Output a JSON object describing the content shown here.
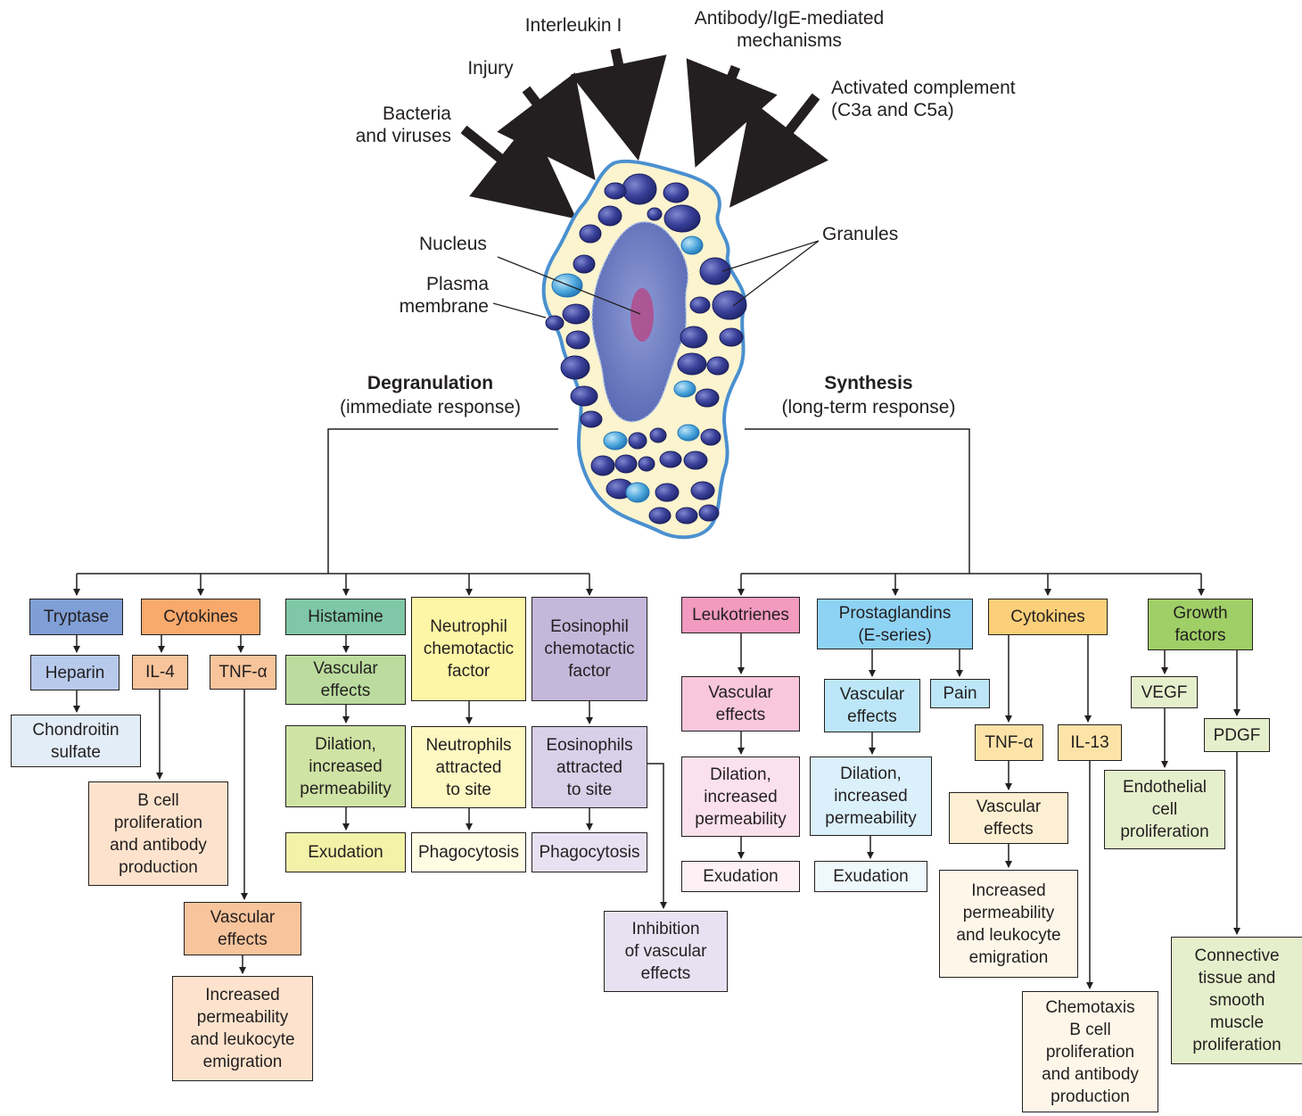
{
  "stimuli": {
    "bacteria": "Bacteria\nand viruses",
    "injury": "Injury",
    "interleukin": "Interleukin I",
    "antibody": "Antibody/IgE-mediated\nmechanisms",
    "complement": "Activated complement\n(C3a and C5a)"
  },
  "cell_labels": {
    "nucleus": "Nucleus",
    "plasma_membrane": "Plasma\nmembrane",
    "granules": "Granules"
  },
  "branches": {
    "degranulation_title": "Degranulation",
    "degranulation_sub": "(immediate response)",
    "synthesis_title": "Synthesis",
    "synthesis_sub": "(long-term response)"
  },
  "boxes": {
    "tryptase": "Tryptase",
    "heparin": "Heparin",
    "chondroitin": "Chondroitin\nsulfate",
    "cytokines_l": "Cytokines",
    "il4": "IL-4",
    "tnf_l": "TNF-α",
    "b_cell": "B cell\nproliferation\nand antibody\nproduction",
    "vasc_tnf_l": "Vascular\neffects",
    "incr_perm_l": "Increased\npermeability\nand leukocyte\nemigration",
    "histamine": "Histamine",
    "vasc_hist": "Vascular\neffects",
    "dil_hist": "Dilation,\nincreased\npermeability",
    "exud_hist": "Exudation",
    "neutrophil_cf": "Neutrophil\nchemotactic\nfactor",
    "neutrophils_att": "Neutrophils\nattracted\nto site",
    "phago_n": "Phagocytosis",
    "eosinophil_cf": "Eosinophil\nchemotactic\nfactor",
    "eosinophils_att": "Eosinophils\nattracted\nto site",
    "phago_e": "Phagocytosis",
    "inhibition": "Inhibition\nof vascular\neffects",
    "leukotrienes": "Leukotrienes",
    "vasc_leuko": "Vascular\neffects",
    "dil_leuko": "Dilation,\nincreased\npermeability",
    "exud_leuko": "Exudation",
    "prostaglandins": "Prostaglandins\n(E-series)",
    "vasc_prost": "Vascular\neffects",
    "pain": "Pain",
    "dil_prost": "Dilation,\nincreased\npermeability",
    "exud_prost": "Exudation",
    "cytokines_r": "Cytokines",
    "tnf_r": "TNF-α",
    "il13": "IL-13",
    "vasc_tnf_r": "Vascular\neffects",
    "incr_perm_r": "Increased\npermeability\nand leukocyte\nemigration",
    "chemotaxis": "Chemotaxis\nB cell\nproliferation\nand antibody\nproduction",
    "growth_factors": "Growth\nfactors",
    "vegf": "VEGF",
    "pdgf": "PDGF",
    "endothelial": "Endothelial\ncell\nproliferation",
    "connective": "Connective\ntissue and\nsmooth\nmuscle\nproliferation"
  },
  "colors": {
    "tryptase": "#7f9fd6",
    "heparin": "#b7caec",
    "chondroitin": "#e2edf7",
    "cytokines_l": "#f8a96c",
    "cytokines_l_light": "#fde3cd",
    "histamine": "#7fc7a6",
    "hist_mid": "#bbdc9e",
    "hist_light": "#f3f2a9",
    "neutrophil": "#fdf6a6",
    "neutrophil_mid": "#fdf8c1",
    "neutrophil_light": "#fefce3",
    "eosinophil": "#c5b7da",
    "eosinophil_mid": "#d8cfe8",
    "eosinophil_light": "#e7e2f2",
    "leukotriene": "#f29ac0",
    "leukotriene_mid": "#f8c7dc",
    "leukotriene_light": "#fbe1ec",
    "leukotriene_pale": "#fdf1f6",
    "prostaglandin": "#8ed3f4",
    "prostaglandin_mid": "#bde6f8",
    "prostaglandin_light": "#daf0fb",
    "prostaglandin_pale": "#eef8fd",
    "cytokines_r": "#fcd07a",
    "cytokines_r_mid": "#fde3a8",
    "cytokines_r_light": "#fdf0d2",
    "cytokines_r_pale": "#fef7e9",
    "growth": "#9fcf66",
    "growth_light": "#e6efcc",
    "cell_fill": "#fcf4cf",
    "cell_border": "#4a90d0",
    "nucleus": "#6d7ec0",
    "nucleolus": "#b04f8e",
    "granule_dark": "#343a90",
    "granule_light": "#4aa8dd"
  }
}
